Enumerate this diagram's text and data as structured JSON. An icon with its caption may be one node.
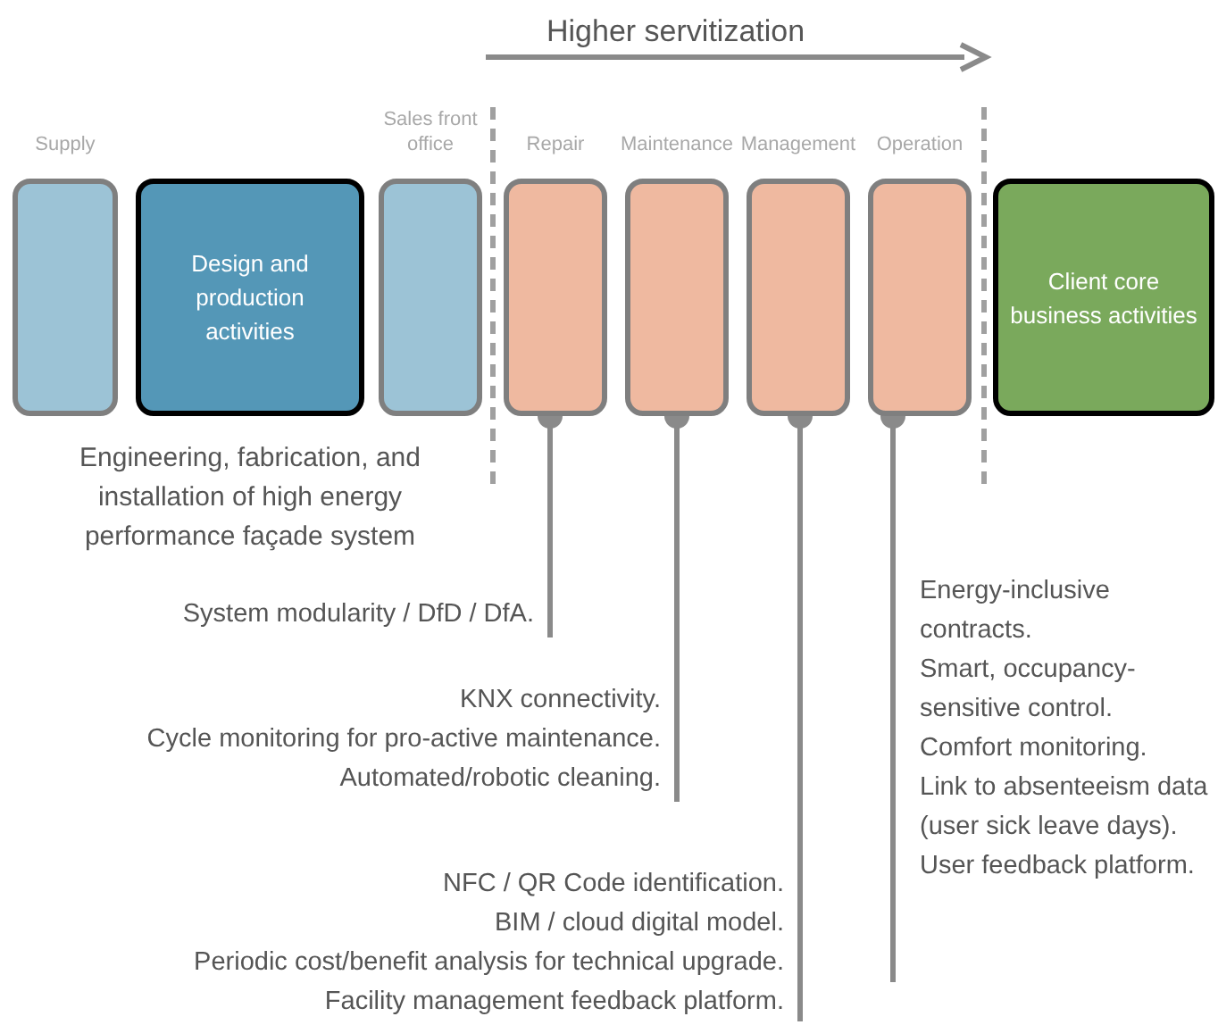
{
  "diagram": {
    "nodes": [
      {
        "text": [
          "Supply"
        ]
      },
      {
        "text": [
          "Design and production activities"
        ],
        "beside": [
          "Engineering, fabrication, and installation of high energy performance façade system"
        ]
      },
      {
        "text": [
          "Sales front office"
        ]
      },
      {
        "text": [
          "Repair"
        ]
      },
      {
        "text": [
          "Maintenance"
        ]
      },
      {
        "text": [
          "Management"
        ]
      },
      {
        "text": [
          "Operation"
        ]
      },
      {
        "text": [
          "Client core business activities"
        ]
      },
      {
        "text": [
          "System modularity / DfD / DfA."
        ]
      },
      {
        "text": [
          "KNX connectivity.",
          "Cycle monitoring for pro-active maintenance.",
          "Automated/robotic cleaning."
        ]
      },
      {
        "text": [
          "NFC / QR Code identification.",
          "BIM / cloud digital model.",
          "Periodic cost/benefit analysis for technical upgrade.",
          "Facility management feedback platform."
        ]
      },
      {
        "text": [
          "Energy-inclusive contracts.",
          "Smart, occupancy-sensitive control.",
          "Comfort monitoring.",
          "Link to absenteeism data (user sick leave days).",
          "User feedback platform."
        ]
      }
    ],
    "edges": [
      {
        "from": 3,
        "to": 8,
        "arrow": "other"
      },
      {
        "from": 4,
        "to": 9,
        "arrow": "other"
      },
      {
        "from": 5,
        "to": 10,
        "arrow": "other"
      },
      {
        "from": 6,
        "to": 11,
        "arrow": "other"
      }
    ],
    "labels": [
      "Higher servitization"
    ]
  }
}
